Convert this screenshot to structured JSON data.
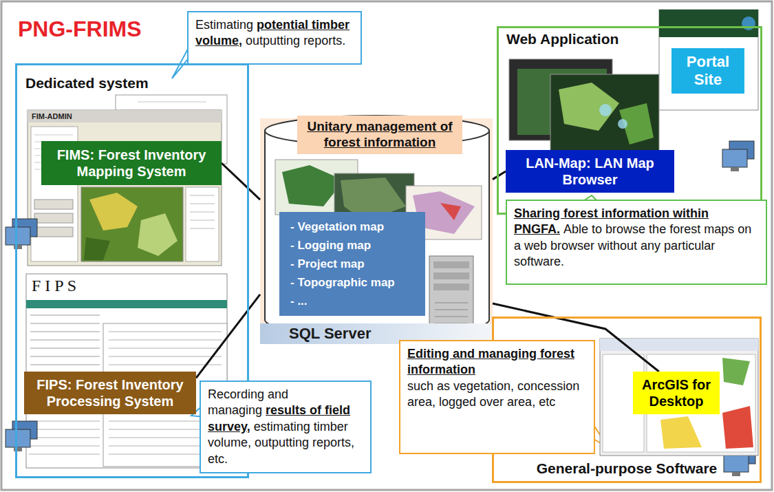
{
  "diagram": {
    "title": "PNG-FRIMS",
    "nodes": [
      {
        "text": [
          "Dedicated system"
        ]
      },
      {
        "text": [
          "Estimating",
          "potential timber volume,",
          "outputting reports."
        ]
      },
      {
        "text": [
          "FIMS: Forest Inventory Mapping System"
        ],
        "in": 0
      },
      {
        "text": [
          "FIPS: Forest Inventory Processing System"
        ],
        "in": 0
      },
      {
        "text": [
          "Recording and managing",
          "results of field survey,",
          "estimating timber volume, outputting reports, etc."
        ]
      },
      {
        "text": [
          "SQL Server"
        ]
      },
      {
        "text": [
          "Unitary management of forest information"
        ],
        "in": 5
      },
      {
        "text": [
          "- Vegetation map",
          "- Logging map",
          "- Project map",
          "- Topographic map",
          "- ..."
        ],
        "in": 5
      },
      {
        "text": [
          "Web Application"
        ]
      },
      {
        "text": [
          "Portal Site"
        ],
        "in": 8
      },
      {
        "text": [
          "LAN-Map: LAN Map Browser"
        ],
        "in": 8
      },
      {
        "text": [
          "Sharing forest information within PNGFA.",
          "Able to browse the forest maps on a web browser without any particular software."
        ]
      },
      {
        "text": [
          "General-purpose Software"
        ]
      },
      {
        "text": [
          "Editing and managing forest information",
          "such as vegetation, concession area, logged over area, etc"
        ]
      },
      {
        "text": [
          "ArcGIS for Desktop"
        ],
        "in": 12
      }
    ],
    "edges": [
      {
        "from": 2,
        "to": 5,
        "arrow": "none"
      },
      {
        "from": 3,
        "to": 5,
        "arrow": "none"
      },
      {
        "from": 10,
        "to": 5,
        "arrow": "none"
      },
      {
        "from": 5,
        "to": 14,
        "arrow": "none"
      }
    ],
    "labels": [
      "FIM-ADMIN",
      "F I P S"
    ]
  }
}
